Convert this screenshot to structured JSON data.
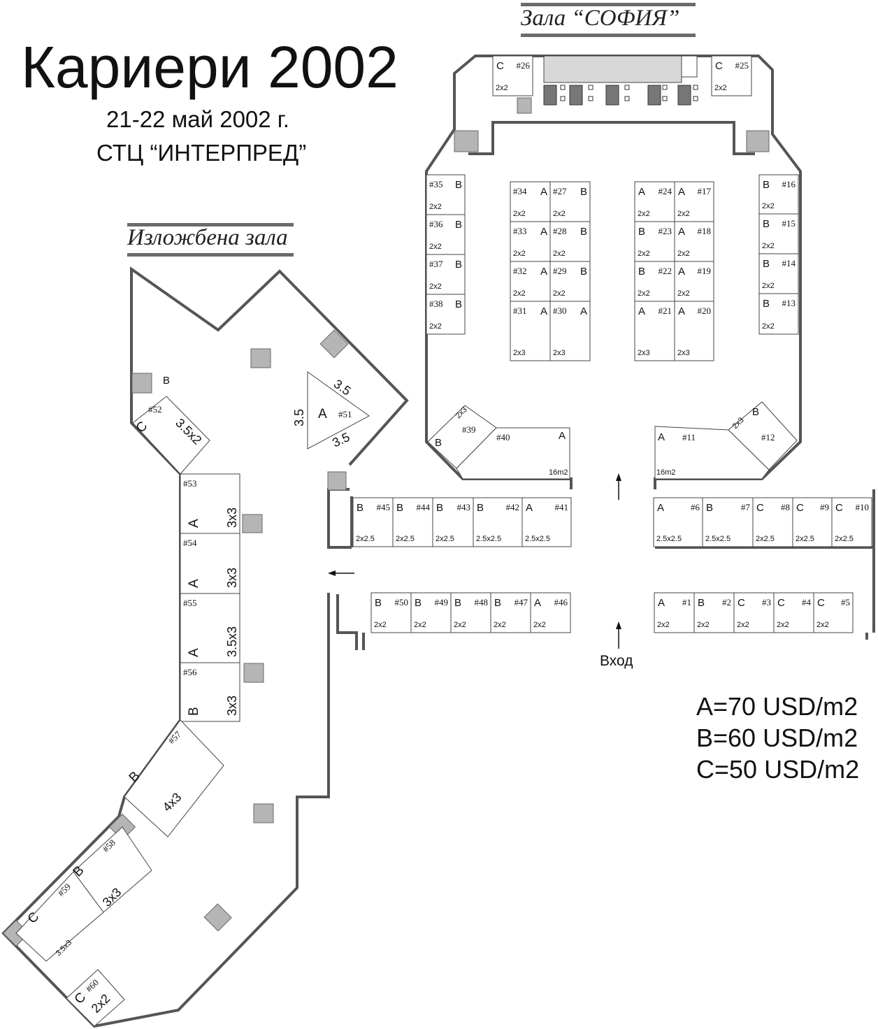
{
  "header": {
    "title": "Кариери 2002",
    "dates": "21-22 май 2002 г.",
    "venue": "СТЦ “ИНТЕРПРЕД”"
  },
  "halls": {
    "sofia": "Зала “СОФИЯ”",
    "exhibition": "Изложбена зала"
  },
  "legend": {
    "prices": [
      "A=70 USD/m2",
      "B=60 USD/m2",
      "C=50 USD/m2"
    ]
  },
  "entrance_label": "Вход",
  "colors": {
    "wall": "#555555",
    "pillar": "#b5b5b5",
    "booth_line": "#444444"
  },
  "booths": [
    {
      "num": "#1",
      "cat": "A",
      "size": "2x2"
    },
    {
      "num": "#2",
      "cat": "B",
      "size": "2x2"
    },
    {
      "num": "#3",
      "cat": "C",
      "size": "2x2"
    },
    {
      "num": "#4",
      "cat": "C",
      "size": "2x2"
    },
    {
      "num": "#5",
      "cat": "C",
      "size": "2x2"
    },
    {
      "num": "#6",
      "cat": "A",
      "size": "2.5x2.5"
    },
    {
      "num": "#7",
      "cat": "B",
      "size": "2.5x2.5"
    },
    {
      "num": "#8",
      "cat": "C",
      "size": "2x2.5"
    },
    {
      "num": "#9",
      "cat": "C",
      "size": "2x2.5"
    },
    {
      "num": "#10",
      "cat": "C",
      "size": "2x2.5"
    },
    {
      "num": "#11",
      "cat": "A",
      "size": "16m2"
    },
    {
      "num": "#12",
      "cat": "B",
      "size": "2x3"
    },
    {
      "num": "#13",
      "cat": "B",
      "size": "2x2"
    },
    {
      "num": "#14",
      "cat": "B",
      "size": "2x2"
    },
    {
      "num": "#15",
      "cat": "B",
      "size": "2x2"
    },
    {
      "num": "#16",
      "cat": "B",
      "size": "2x2"
    },
    {
      "num": "#17",
      "cat": "A",
      "size": "2x2"
    },
    {
      "num": "#18",
      "cat": "A",
      "size": "2x2"
    },
    {
      "num": "#19",
      "cat": "A",
      "size": "2x2"
    },
    {
      "num": "#20",
      "cat": "A",
      "size": "2x3"
    },
    {
      "num": "#21",
      "cat": "A",
      "size": "2x3"
    },
    {
      "num": "#22",
      "cat": "B",
      "size": "2x2"
    },
    {
      "num": "#23",
      "cat": "B",
      "size": "2x2"
    },
    {
      "num": "#24",
      "cat": "A",
      "size": "2x2"
    },
    {
      "num": "#25",
      "cat": "C",
      "size": "2x2"
    },
    {
      "num": "#26",
      "cat": "C",
      "size": "2x2"
    },
    {
      "num": "#27",
      "cat": "B",
      "size": "2x2"
    },
    {
      "num": "#28",
      "cat": "B",
      "size": "2x2"
    },
    {
      "num": "#29",
      "cat": "B",
      "size": "2x2"
    },
    {
      "num": "#30",
      "cat": "A",
      "size": "2x3"
    },
    {
      "num": "#31",
      "cat": "A",
      "size": "2x3"
    },
    {
      "num": "#32",
      "cat": "A",
      "size": "2x2"
    },
    {
      "num": "#33",
      "cat": "A",
      "size": "2x2"
    },
    {
      "num": "#34",
      "cat": "A",
      "size": "2x2"
    },
    {
      "num": "#35",
      "cat": "B",
      "size": "2x2"
    },
    {
      "num": "#36",
      "cat": "B",
      "size": "2x2"
    },
    {
      "num": "#37",
      "cat": "B",
      "size": "2x2"
    },
    {
      "num": "#38",
      "cat": "B",
      "size": "2x2"
    },
    {
      "num": "#39",
      "cat": "B",
      "size": "2x3"
    },
    {
      "num": "#40",
      "cat": "A",
      "size": "16m2"
    },
    {
      "num": "#41",
      "cat": "A",
      "size": "2.5x2.5"
    },
    {
      "num": "#42",
      "cat": "B",
      "size": "2.5x2.5"
    },
    {
      "num": "#43",
      "cat": "B",
      "size": "2x2.5"
    },
    {
      "num": "#44",
      "cat": "B",
      "size": "2x2.5"
    },
    {
      "num": "#45",
      "cat": "B",
      "size": "2x2.5"
    },
    {
      "num": "#46",
      "cat": "A",
      "size": "2x2"
    },
    {
      "num": "#47",
      "cat": "B",
      "size": "2x2"
    },
    {
      "num": "#48",
      "cat": "B",
      "size": "2x2"
    },
    {
      "num": "#49",
      "cat": "B",
      "size": "2x2"
    },
    {
      "num": "#50",
      "cat": "B",
      "size": "2x2"
    },
    {
      "num": "#51",
      "cat": "A",
      "size": "3.5"
    },
    {
      "num": "#52",
      "cat": "C",
      "size": "3.5x2"
    },
    {
      "num": "#53",
      "cat": "A",
      "size": "3x3"
    },
    {
      "num": "#54",
      "cat": "A",
      "size": "3x3"
    },
    {
      "num": "#55",
      "cat": "A",
      "size": "3.5x3"
    },
    {
      "num": "#56",
      "cat": "B",
      "size": "3x3"
    },
    {
      "num": "#57",
      "cat": "B",
      "size": "4x3"
    },
    {
      "num": "#58",
      "cat": "B",
      "size": "3x3"
    },
    {
      "num": "#59",
      "cat": "C",
      "size": "3.5x3"
    },
    {
      "num": "#60",
      "cat": "C",
      "size": "2x2"
    }
  ],
  "unlabeled_zone_cat": "B"
}
